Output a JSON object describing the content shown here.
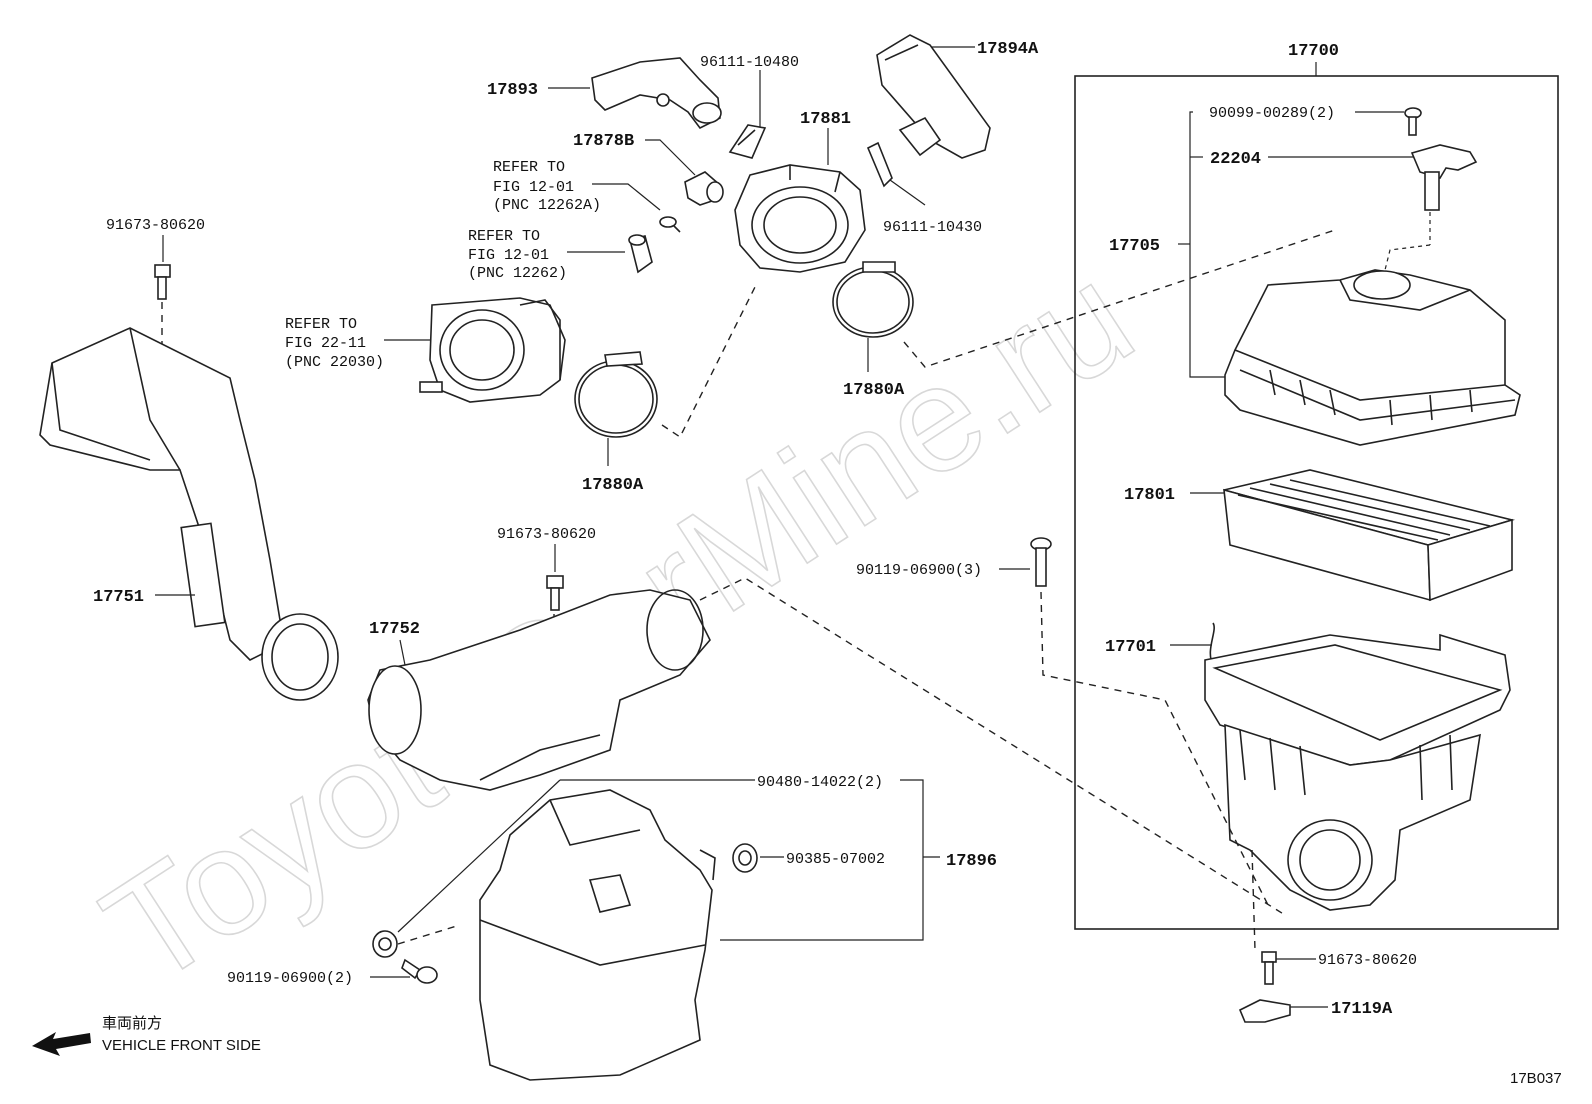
{
  "watermark": "ToyotaCarMine.ru",
  "diagram_code": "17B037",
  "direction": {
    "text_jp": "車両前方",
    "text_en": "VEHICLE FRONT SIDE"
  },
  "labels": {
    "p17700": "17700",
    "p17894A": "17894A",
    "p96111_10480": "96111-10480",
    "p17893": "17893",
    "p17881": "17881",
    "p17878B": "17878B",
    "p96111_10430": "96111-10430",
    "p91673_80620_a": "91673-80620",
    "p91673_80620_b": "91673-80620",
    "p91673_80620_c": "91673-80620",
    "p17880A_a": "17880A",
    "p17880A_b": "17880A",
    "p90099_00289": "90099-00289(2)",
    "p22204": "22204",
    "p17705": "17705",
    "p17801": "17801",
    "p90119_06900_3": "90119-06900(3)",
    "p17751": "17751",
    "p17752": "17752",
    "p17701": "17701",
    "p90480_14022": "90480-14022(2)",
    "p90385_07002": "90385-07002",
    "p17896": "17896",
    "p90119_06900_2": "90119-06900(2)",
    "p17119A": "17119A"
  },
  "refs": {
    "r1": {
      "line1": "REFER TO",
      "line2": "FIG 12-01",
      "line3": "(PNC 12262A)"
    },
    "r2": {
      "line1": "REFER TO",
      "line2": "FIG 12-01",
      "line3": "(PNC 12262)"
    },
    "r3": {
      "line1": "REFER TO",
      "line2": "FIG 22-11",
      "line3": "(PNC 22030)"
    }
  }
}
